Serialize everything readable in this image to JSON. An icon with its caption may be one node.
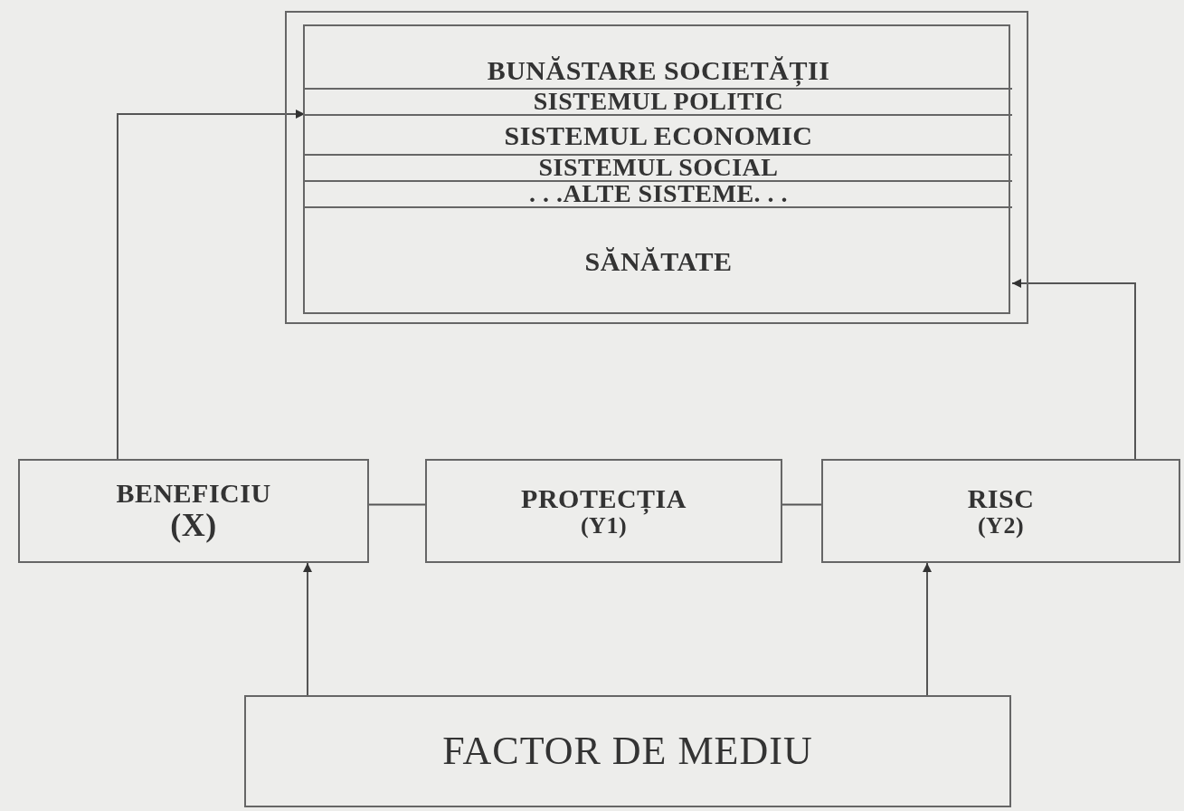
{
  "diagram": {
    "nodes": [
      {
        "text": [],
        "shape": "box"
      },
      {
        "text": [
          "BUNĂSTARE SOCIETĂȚII"
        ],
        "in": 0
      },
      {
        "text": [
          "SISTEMUL POLITIC"
        ],
        "in": 0
      },
      {
        "text": [
          "SISTEMUL ECONOMIC"
        ],
        "in": 0
      },
      {
        "text": [
          "SISTEMUL SOCIAL"
        ],
        "in": 0
      },
      {
        "text": [
          ". . .ALTE SISTEME. . ."
        ],
        "in": 0
      },
      {
        "text": [
          "SĂNĂTATE"
        ],
        "in": 0
      },
      {
        "text": [
          "BENEFICIU",
          "(X)"
        ]
      },
      {
        "text": [
          "PROTECȚIA",
          "(Y1)"
        ]
      },
      {
        "text": [
          "RISC",
          "(Y2)"
        ]
      },
      {
        "text": [
          "FACTOR DE MEDIU"
        ]
      }
    ],
    "edges": [
      {
        "from": 7,
        "to": 2,
        "arrow": "to"
      },
      {
        "from": 9,
        "to": 6,
        "arrow": "to"
      },
      {
        "from": 7,
        "to": 8,
        "arrow": "none"
      },
      {
        "from": 8,
        "to": 9,
        "arrow": "none"
      },
      {
        "from": 10,
        "to": 7,
        "arrow": "to"
      },
      {
        "from": 10,
        "to": 9,
        "arrow": "to"
      }
    ]
  }
}
